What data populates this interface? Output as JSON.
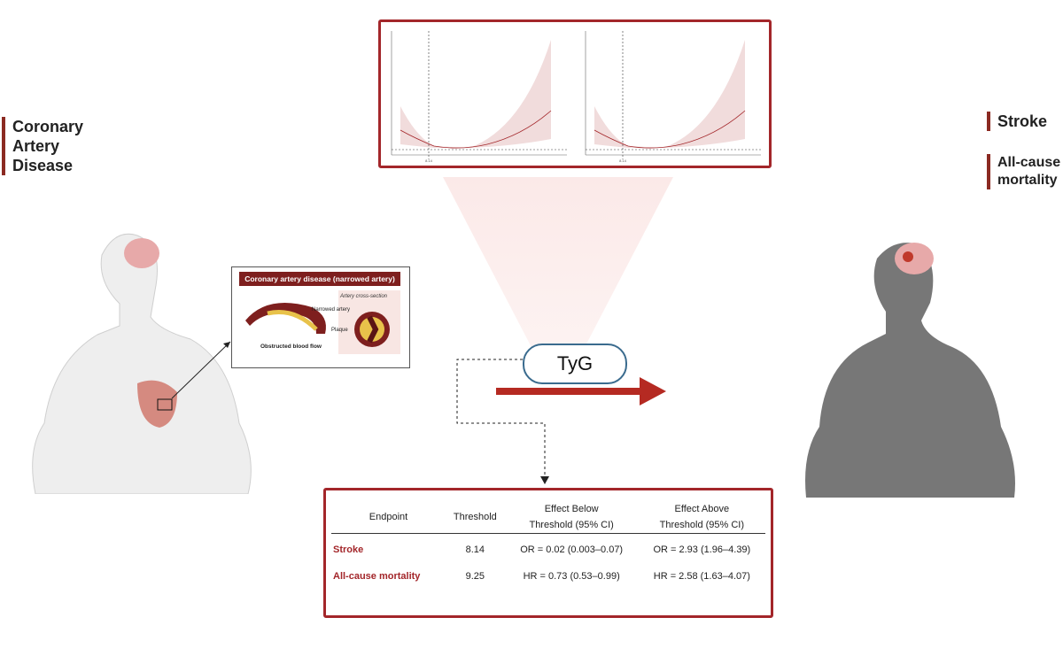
{
  "left_label": "Coronary Artery Disease",
  "right_labels": [
    "Stroke",
    "All-cause mortality"
  ],
  "plots": [
    {
      "threshold_label": "8.14"
    },
    {
      "threshold_label": "8.14"
    }
  ],
  "cad_panel": {
    "title": "Coronary artery disease (narrowed artery)",
    "cross_section": "Artery cross-section",
    "narrowed": "Narrowed artery",
    "plaque": "Plaque",
    "flow": "Obstructed blood flow"
  },
  "center": {
    "tyg": "TyG"
  },
  "table": {
    "headers": {
      "endpoint": "Endpoint",
      "threshold": "Threshold",
      "below_1": "Effect Below",
      "below_2": "Threshold (95% CI)",
      "above_1": "Effect Above",
      "above_2": "Threshold (95% CI)"
    },
    "rows": [
      {
        "endpoint": "Stroke",
        "threshold": "8.14",
        "below": "OR = 0.02 (0.003–0.07)",
        "above": "OR = 2.93 (1.96–4.39)"
      },
      {
        "endpoint": "All-cause mortality",
        "threshold": "9.25",
        "below": "HR = 0.73 (0.53–0.99)",
        "above": "HR = 2.58 (1.63–4.07)"
      }
    ]
  },
  "colors": {
    "accent": "#a3262a",
    "figure_light": "#eeeeee",
    "figure_dark": "#777777"
  }
}
